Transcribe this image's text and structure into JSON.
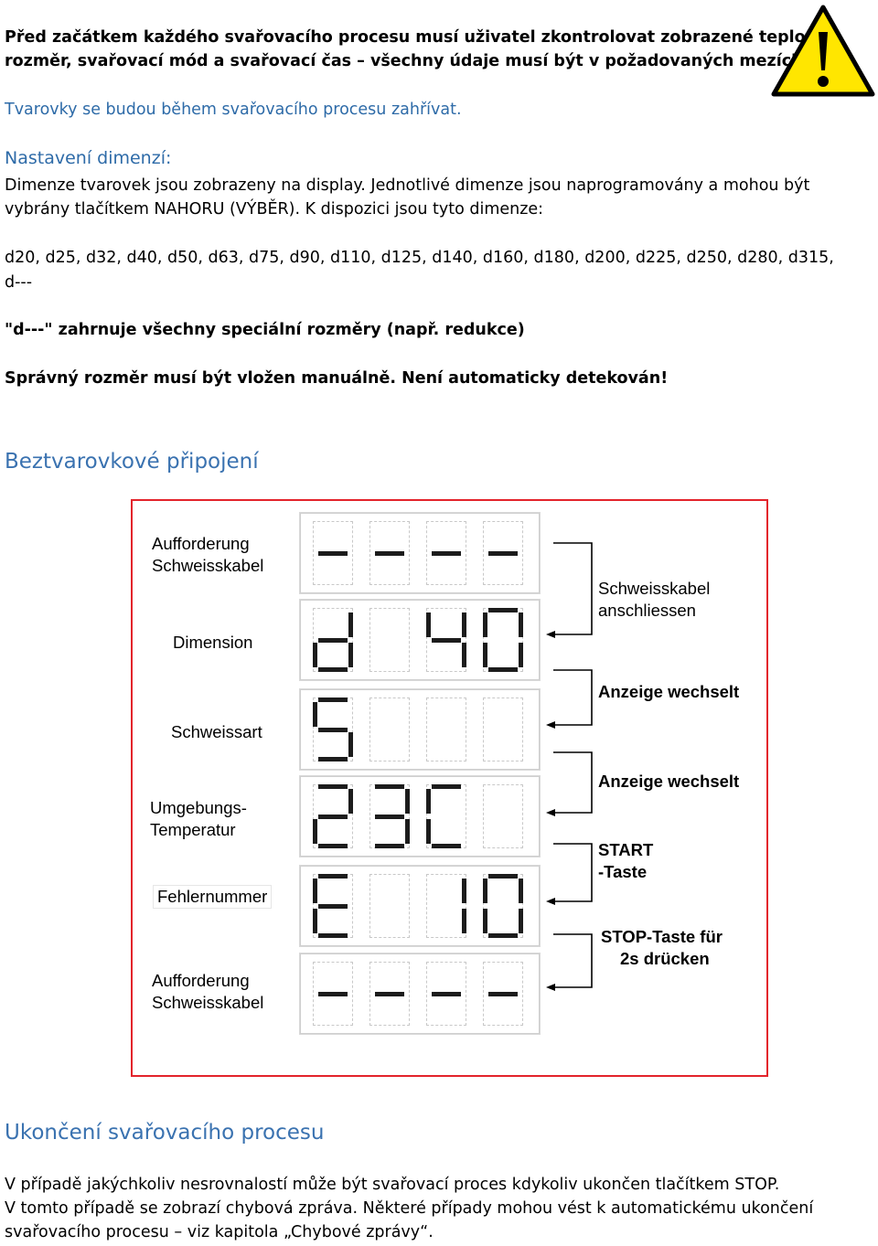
{
  "intro": {
    "line1": "Před začátkem každého svařovacího procesu musí uživatel zkontrolovat zobrazené teploty,",
    "line2": "rozměr, svařovací mód a svařovací čas – všechny údaje musí být v požadovaných mezích!",
    "heat_note": "Tvarovky se budou během svařovacího procesu zahřívat."
  },
  "dimensions": {
    "heading": "Nastavení dimenzí:",
    "text1": "Dimenze tvarovek jsou zobrazeny na display. Jednotlivé dimenze jsou naprogramovány a mohou být",
    "text2": "vybrány tlačítkem NAHORU (VÝBĚR). K dispozici jsou tyto dimenze:",
    "list1": "d20, d25, d32, d40, d50, d63, d75, d90, d110, d125, d140, d160, d180, d200, d225, d250, d280, d315,",
    "list2": "d---",
    "special_note": "\"d---\" zahrnuje všechny speciální rozměry (např. redukce)",
    "manual_note": "Správný rozměr musí být vložen manuálně. Není automaticky detekován!"
  },
  "section1_title": "Beztvarovkové připojení",
  "diagram": {
    "left_labels": {
      "prompt_top1": "Aufforderung",
      "prompt_top2": "Schweisskabel",
      "dimension": "Dimension",
      "welding_type": "Schweissart",
      "ambient1": "Umgebungs-",
      "ambient2": "Temperatur",
      "error_number": "Fehlernummer",
      "prompt_bottom1": "Aufforderung",
      "prompt_bottom2": "Schweisskabel"
    },
    "right_labels": {
      "connect1": "Schweisskabel",
      "connect2": "anschliessen",
      "change1": "Anzeige wechselt",
      "change2": "Anzeige wechselt",
      "start1": "START",
      "start2": "-Taste",
      "stop1": "STOP-Taste für",
      "stop2": "2s drücken"
    },
    "displays": [
      "----",
      "d 40",
      "S",
      "23C",
      "E 10",
      "----"
    ]
  },
  "section2_title": "Ukončení svařovacího procesu",
  "ending": {
    "line1": "V případě jakýchkoliv nesrovnalostí může být svařovací proces kdykoliv ukončen tlačítkem STOP.",
    "line2": "V tomto případě se zobrazí chybová zpráva. Některé případy mohou vést k automatickému ukončení",
    "line3": "svařovacího procesu – viz kapitola „Chybové zprávy“."
  },
  "icons": {
    "warning": "warning-triangle-icon"
  },
  "colors": {
    "heading_blue": "#2e6ba8",
    "frame_red": "#e3232b",
    "warning_yellow": "#ffe600"
  }
}
